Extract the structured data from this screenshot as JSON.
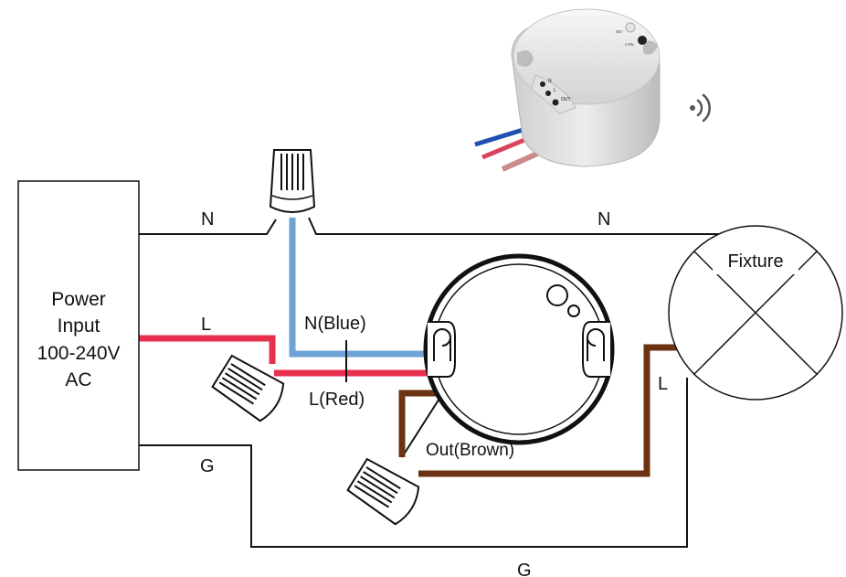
{
  "power_box": {
    "lines": [
      "Power",
      "Input",
      "100-240V",
      "AC"
    ]
  },
  "fixture": {
    "label": "Fixture"
  },
  "wire_labels": {
    "n_top_left": "N",
    "n_top_right": "N",
    "l_left": "L",
    "n_blue": "N(Blue)",
    "l_red": "L(Red)",
    "out_brown": "Out(Brown)",
    "l_right": "L",
    "g_left": "G",
    "g_bottom": "G"
  },
  "device_photo": {
    "button_labels": [
      "SET",
      "CTRL"
    ],
    "terminal_labels": [
      "N",
      "L",
      "OUT"
    ]
  },
  "colors": {
    "neutral_wire": "#6fa3d6",
    "live_wire": "#e8304f",
    "output_wire": "#6b3312",
    "plain_wire": "#111111"
  },
  "icons": [
    "wire-nut-icon",
    "wireless-signal-icon"
  ]
}
